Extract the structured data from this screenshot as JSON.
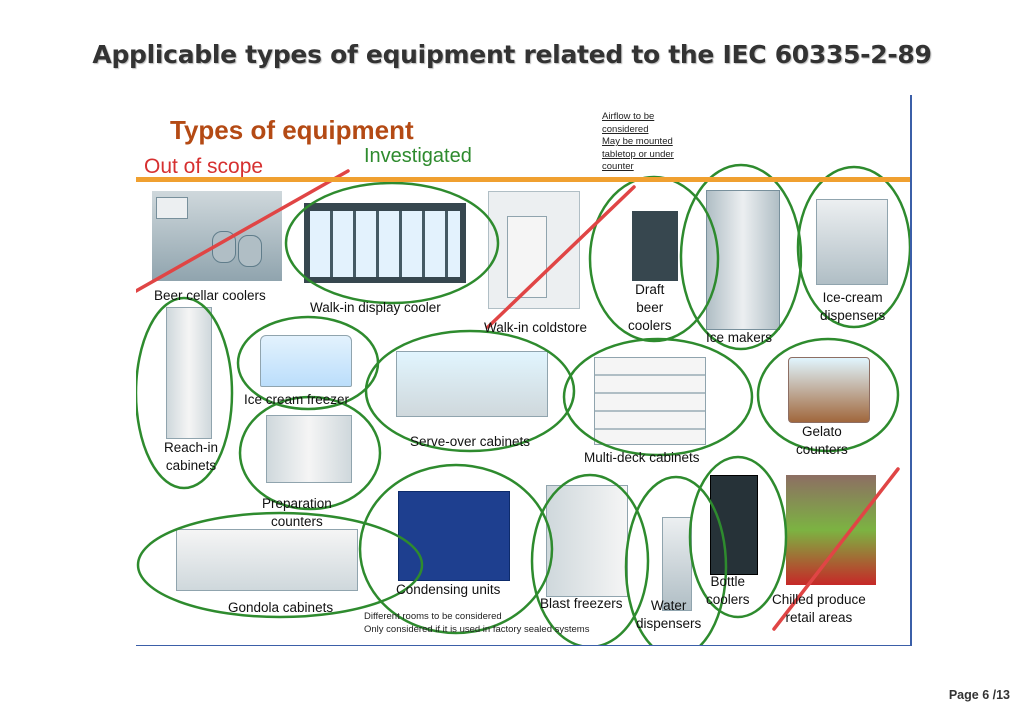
{
  "page_title": "Applicable types of equipment related to the IEC 60335-2-89",
  "slide": {
    "title": "Types of equipment",
    "out_of_scope": "Out of scope",
    "investigated": "Investigated",
    "note_top": {
      "line1": "Airflow to be",
      "line2": "considered",
      "line3": "May be mounted",
      "line4": "tabletop or under",
      "line5": "counter"
    },
    "note_bottom": {
      "line1": "Different rooms to be considered",
      "line2": "Only considered if it is used in factory sealed systems"
    },
    "labels": {
      "beer_cellar": "Beer cellar coolers",
      "walk_in_display": "Walk-in display cooler",
      "walk_in_coldstore": "Walk-in coldstore",
      "draft_beer_1": "Draft",
      "draft_beer_2": "beer",
      "draft_beer_3": "coolers",
      "ice_makers": "Ice makers",
      "ice_cream_disp_1": "Ice-cream",
      "ice_cream_disp_2": "dispensers",
      "reach_in_1": "Reach-in",
      "reach_in_2": "cabinets",
      "ice_cream_freezer": "Ice cream freezer",
      "serve_over": "Serve-over cabinets",
      "multi_deck": "Multi-deck cabinets",
      "gelato_1": "Gelato",
      "gelato_2": "counters",
      "prep_1": "Preparation",
      "prep_2": "counters",
      "gondola": "Gondola cabinets",
      "condensing": "Condensing units",
      "blast": "Blast freezers",
      "water_1": "Water",
      "water_2": "dispensers",
      "bottle_1": "Bottle",
      "bottle_2": "coolers",
      "chilled_1": "Chilled produce",
      "chilled_2": "retail areas"
    }
  },
  "colors": {
    "circle": "#2e8b2e",
    "strike": "#e04545",
    "bar": "#f0a030",
    "title": "#b44a14"
  },
  "page_number": "Page 6 /13"
}
